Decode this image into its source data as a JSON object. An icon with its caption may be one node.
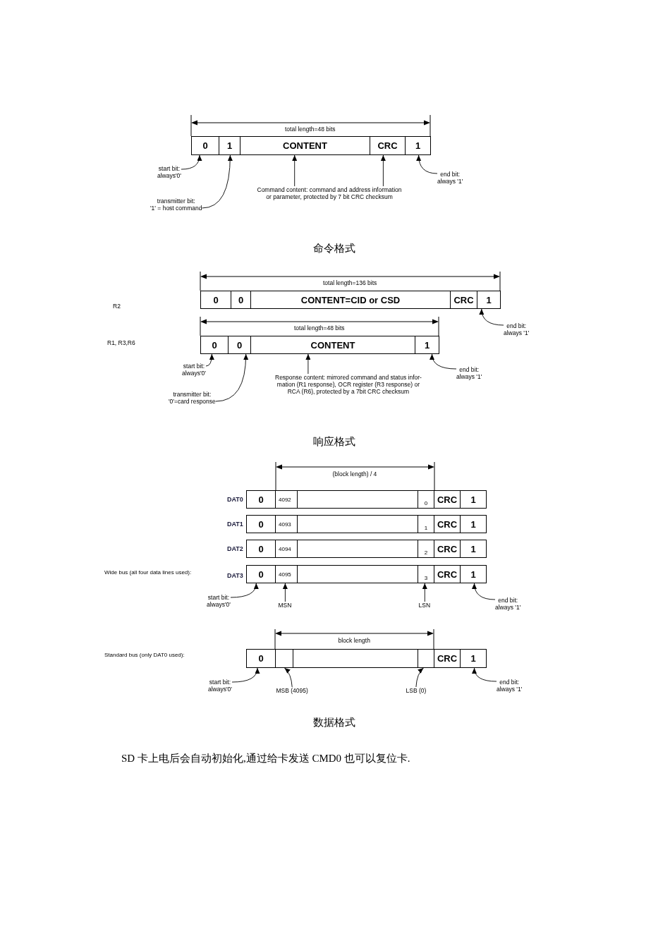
{
  "diagram": {
    "nodes": [
      {
        "text": [
          "0"
        ]
      },
      {
        "text": [
          "1"
        ]
      },
      {
        "text": [
          "CONTENT"
        ]
      },
      {
        "text": [
          "CRC"
        ]
      },
      {
        "text": [
          "1"
        ]
      },
      {
        "text": [
          "start bit: always'0'"
        ]
      },
      {
        "text": [
          "transmitter bit: '1' = host command"
        ]
      },
      {
        "text": [
          "Command content: command and address information or parameter, protected by 7 bit CRC checksum"
        ]
      },
      {
        "text": [
          "end bit: always '1'"
        ]
      },
      {
        "text": [
          "0"
        ]
      },
      {
        "text": [
          "0"
        ]
      },
      {
        "text": [
          "CONTENT=CID or CSD"
        ]
      },
      {
        "text": [
          "CRC"
        ]
      },
      {
        "text": [
          "1"
        ]
      },
      {
        "text": [
          "end bit: always '1'"
        ]
      },
      {
        "text": [
          "0"
        ]
      },
      {
        "text": [
          "0"
        ]
      },
      {
        "text": [
          "CONTENT"
        ]
      },
      {
        "text": [
          "1"
        ]
      },
      {
        "text": [
          "start bit: always'0'"
        ]
      },
      {
        "text": [
          "transmitter bit: '0'=card response"
        ]
      },
      {
        "text": [
          "Response content: mirrored command and status infor- mation (R1 response), OCR register (R3 response) or RCA (R6), protected by a 7bit CRC checksum"
        ]
      },
      {
        "text": [
          "end bit: always '1'"
        ]
      },
      {
        "text": [
          "0"
        ]
      },
      {
        "text": [
          "4092"
        ]
      },
      {
        "text": [],
        "shape": "box"
      },
      {
        "text": [
          "0"
        ]
      },
      {
        "text": [
          "CRC"
        ]
      },
      {
        "text": [
          "1"
        ]
      },
      {
        "text": [
          "0"
        ]
      },
      {
        "text": [
          "4093"
        ]
      },
      {
        "text": [],
        "shape": "box"
      },
      {
        "text": [
          "1"
        ]
      },
      {
        "text": [
          "CRC"
        ]
      },
      {
        "text": [
          "1"
        ]
      },
      {
        "text": [
          "0"
        ]
      },
      {
        "text": [
          "4094"
        ]
      },
      {
        "text": [],
        "shape": "box"
      },
      {
        "text": [
          "2"
        ]
      },
      {
        "text": [
          "CRC"
        ]
      },
      {
        "text": [
          "1"
        ]
      },
      {
        "text": [
          "0"
        ]
      },
      {
        "text": [
          "4095"
        ]
      },
      {
        "text": [],
        "shape": "box"
      },
      {
        "text": [
          "3"
        ]
      },
      {
        "text": [
          "CRC"
        ]
      },
      {
        "text": [
          "1"
        ]
      },
      {
        "text": [
          "start bit: always'0'"
        ]
      },
      {
        "text": [
          "MSN"
        ]
      },
      {
        "text": [
          "LSN"
        ]
      },
      {
        "text": [
          "end bit: always '1'"
        ]
      },
      {
        "text": [
          "0"
        ]
      },
      {
        "text": [],
        "shape": "box"
      },
      {
        "text": [],
        "shape": "box"
      },
      {
        "text": [],
        "shape": "box"
      },
      {
        "text": [
          "CRC"
        ]
      },
      {
        "text": [
          "1"
        ]
      },
      {
        "text": [
          "start bit: always'0'"
        ]
      },
      {
        "text": [
          "MSB (4095)"
        ]
      },
      {
        "text": [
          "LSB (0)"
        ]
      },
      {
        "text": [
          "end bit: always '1'"
        ]
      }
    ],
    "edges": [
      {
        "from": 5,
        "to": 0,
        "arrow": "to"
      },
      {
        "from": 6,
        "to": 1,
        "arrow": "to"
      },
      {
        "from": 7,
        "to": 2,
        "arrow": "to"
      },
      {
        "from": 7,
        "to": 3,
        "arrow": "to"
      },
      {
        "from": 8,
        "to": 4,
        "arrow": "to"
      },
      {
        "from": 14,
        "to": 13,
        "arrow": "to"
      },
      {
        "from": 19,
        "to": 15,
        "arrow": "to"
      },
      {
        "from": 20,
        "to": 16,
        "arrow": "to"
      },
      {
        "from": 21,
        "to": 17,
        "arrow": "to"
      },
      {
        "from": 22,
        "to": 18,
        "arrow": "to"
      },
      {
        "from": 47,
        "to": 41,
        "arrow": "to"
      },
      {
        "from": 48,
        "to": 42,
        "arrow": "to"
      },
      {
        "from": 49,
        "to": 44,
        "arrow": "to"
      },
      {
        "from": 50,
        "to": 46,
        "arrow": "to"
      },
      {
        "from": 57,
        "to": 51,
        "arrow": "to"
      },
      {
        "from": 58,
        "to": 52,
        "arrow": "to"
      },
      {
        "from": 59,
        "to": 54,
        "arrow": "to"
      },
      {
        "from": 60,
        "to": 56,
        "arrow": "to"
      }
    ],
    "labels": [
      "total length=48 bits",
      "命令格式",
      "total length=136 bits",
      "R2",
      "total length=48 bits",
      "R1, R3,R6",
      "响应格式",
      "(block length) / 4",
      "DAT0",
      "DAT1",
      "DAT2",
      "Wide bus (all four data lines used):",
      "DAT3",
      "block length",
      "Standard bus (only DAT0 used):",
      "数据格式",
      "SD 卡上电后会自动初始化,通过给卡发送 CMD0 也可以复位卡."
    ]
  }
}
